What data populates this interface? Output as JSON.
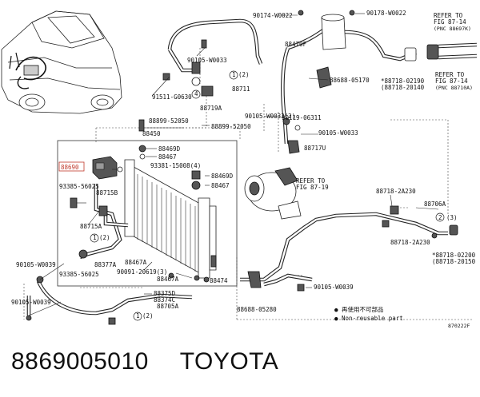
{
  "caption": {
    "part_number": "8869005010",
    "brand": "TOYOTA"
  },
  "labels": {
    "l_90174": "90174-W0022",
    "l_90178": "90178-W0022",
    "l_refer1": "REFER TO",
    "l_refer1b": "FIG 87-14",
    "l_refer1c": "(PNC 88697K)",
    "l_90105a": "90105-W0033",
    "l_88470f": "88470F",
    "l_1a": "1",
    "l_2a": "(2)",
    "l_88711": "88711",
    "l_91511": "91511-G0630",
    "l_4": "4",
    "l_88719a": "88719A",
    "l_88688": "88688-05170",
    "l_88718a": "*88718-02190",
    "l_88718ab": "(88718-20140",
    "l_refer2": "REFER TO",
    "l_refer2b": "FIG 87-14",
    "l_refer2c": "(PNC 88710A)",
    "l_88899a": "88899-52050",
    "l_88899b": "88899-52050",
    "l_90105b": "90105-W0033(2)",
    "l_90119": "90119-06311",
    "l_90105c": "90105-W0033",
    "l_88450": "88450",
    "l_88717u": "88717U",
    "l_88469d1": "88469D",
    "l_88467a": "88467",
    "l_8869": "88690",
    "l_93381": "93381-15008(4)",
    "l_88469d2": "88469D",
    "l_88467b": "88467",
    "l_93385a": "93385-56025",
    "l_88715b": "88715B",
    "l_refer3": "REFER TO",
    "l_refer3b": "FIG 87-19",
    "l_88718b": "88718-2A230",
    "l_88706a": "88706A",
    "l_2b": "2",
    "l_3": "(3)",
    "l_88715a": "88715A",
    "l_1b": "1",
    "l_2c": "(2)",
    "l_88718c": "88718-2A230",
    "l_88377a": "88377A",
    "l_88467a2": "88467A",
    "l_90091": "90091-20619(3)",
    "l_88467a3": "88467A",
    "l_88474": "88474",
    "l_88718d": "*88718-02200",
    "l_88718db": "(88718-20150",
    "l_90105d": "90105-W0039",
    "l_93385b": "93385-56025",
    "l_88375d": "88375D",
    "l_88374c": "88374C",
    "l_90105e": "90105-W0039",
    "l_88688b": "88688-05280",
    "l_1c": "1",
    "l_2d": "(2)",
    "l_90105f": "90105-W0039",
    "l_88705a": "88705A",
    "legend_1": "● 再使用不可部品",
    "legend_2": "● Non-reusable part",
    "fig_id": "870222F"
  }
}
